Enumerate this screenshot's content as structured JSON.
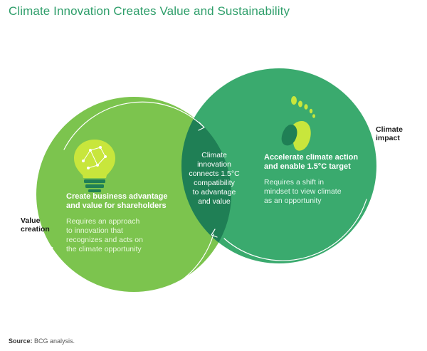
{
  "title": "Climate Innovation Creates Value and Sustainability",
  "center": {
    "lines": [
      "Climate",
      "innovation",
      "connects 1.5°C",
      "compatibility",
      "to advantage",
      "and value"
    ]
  },
  "left_circle": {
    "heading_lines": [
      "Create business advantage",
      "and value for shareholders"
    ],
    "body_lines": [
      "Requires an approach",
      "to innovation that",
      "recognizes and acts on",
      "the climate opportunity"
    ],
    "icon": "lightbulb-icon"
  },
  "right_circle": {
    "heading_lines": [
      "Accelerate climate action",
      "and enable 1.5°C target"
    ],
    "body_lines": [
      "Requires a shift in",
      "mindset to view climate",
      "as an opportunity"
    ],
    "icon": "footprint-icon"
  },
  "labels": {
    "value_creation": [
      "Value",
      "creation"
    ],
    "climate_impact": [
      "Climate",
      "impact"
    ]
  },
  "source": {
    "label": "Source:",
    "text": "BCG analysis."
  },
  "colors": {
    "title": "#2e9e6a",
    "left_circle": "#7cc44e",
    "right_circle": "#3aaa6e",
    "overlap": "#1f7f55",
    "icon_light": "#c8e63c"
  }
}
